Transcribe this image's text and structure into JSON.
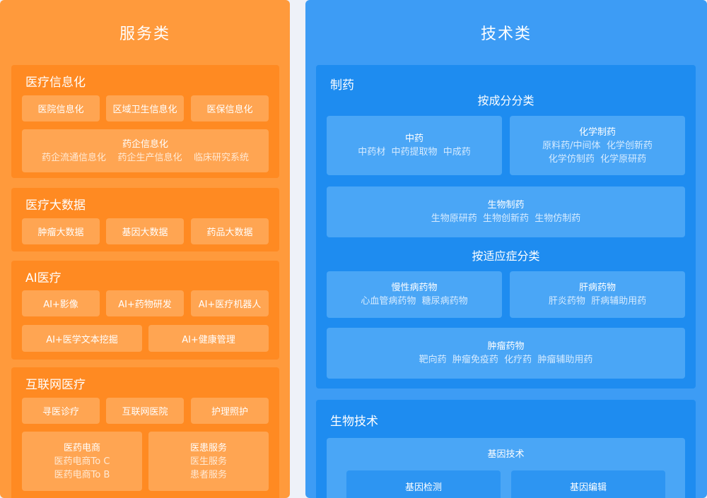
{
  "left": {
    "title": "服务类",
    "sections": {
      "info": {
        "title": "医疗信息化",
        "chips": [
          "医院信息化",
          "区域卫生信息化",
          "医保信息化"
        ],
        "pharma": {
          "title": "药企信息化",
          "items": "药企流通信息化    药企生产信息化    临床研究系统"
        }
      },
      "bigdata": {
        "title": "医疗大数据",
        "chips": [
          "肿瘤大数据",
          "基因大数据",
          "药品大数据"
        ]
      },
      "ai": {
        "title": "AI医疗",
        "chips": [
          "AI+影像",
          "AI+药物研发",
          "AI+医疗机器人",
          "AI+医学文本挖掘",
          "AI+健康管理"
        ]
      },
      "internet": {
        "title": "互联网医疗",
        "chips": [
          "寻医诊疗",
          "互联网医院",
          "护理照护"
        ],
        "ecommerce": {
          "title": "医药电商",
          "lines": [
            "医药电商To C",
            "医药电商To B"
          ]
        },
        "patient": {
          "title": "医患服务",
          "lines": [
            "医生服务",
            "患者服务"
          ]
        }
      }
    }
  },
  "right": {
    "title": "技术类",
    "pharma": {
      "title": "制药",
      "by_ingredient": "按成分分类",
      "tcm": {
        "title": "中药",
        "lines": [
          "中药材  中药提取物  中成药"
        ]
      },
      "chem": {
        "title": "化学制药",
        "lines": [
          "原料药/中间体  化学创新药",
          "化学仿制药  化学原研药"
        ]
      },
      "bio": {
        "title": "生物制药",
        "lines": [
          "生物原研药  生物创新药  生物仿制药"
        ]
      },
      "by_indication": "按适应症分类",
      "chronic": {
        "title": "慢性病药物",
        "lines": [
          "心血管病药物  糖尿病药物"
        ]
      },
      "liver": {
        "title": "肝病药物",
        "lines": [
          "肝炎药物  肝病辅助用药"
        ]
      },
      "tumor": {
        "title": "肿瘤药物",
        "lines": [
          "靶向药  肿瘤免疫药  化疗药  肿瘤辅助用药"
        ]
      }
    },
    "biotech": {
      "title": "生物技术",
      "gene": {
        "title": "基因技术",
        "chips": [
          "基因检测",
          "基因编辑"
        ]
      }
    }
  }
}
